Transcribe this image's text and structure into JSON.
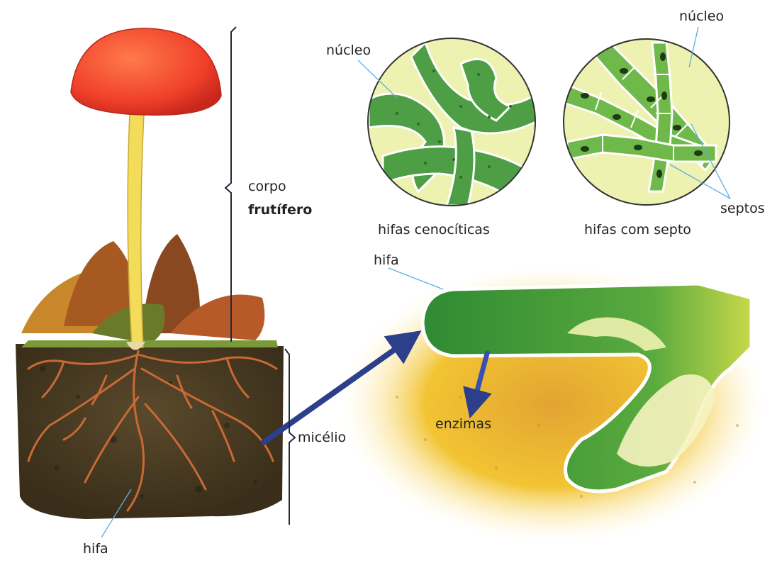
{
  "labels": {
    "nucleo_left": "núcleo",
    "nucleo_right": "núcleo",
    "corpo": "corpo",
    "frutifero": "frutífero",
    "hifas_cenociticas": "hifas cenocíticas",
    "hifas_com_septo": "hifas com septo",
    "septos": "septos",
    "hifa_top": "hifa",
    "enzimas": "enzimas",
    "micelio": "micélio",
    "hifa_bottom": "hifa"
  },
  "colors": {
    "cap": "#f0402a",
    "stem": "#f2dc5a",
    "soil": "#4a3a22",
    "roots": "#c96a35",
    "hypha_green": "#3f9a3c",
    "halo_yellow": "#f2c433",
    "arrow": "#2b3f8c",
    "bracket": "#1f2a3a"
  }
}
